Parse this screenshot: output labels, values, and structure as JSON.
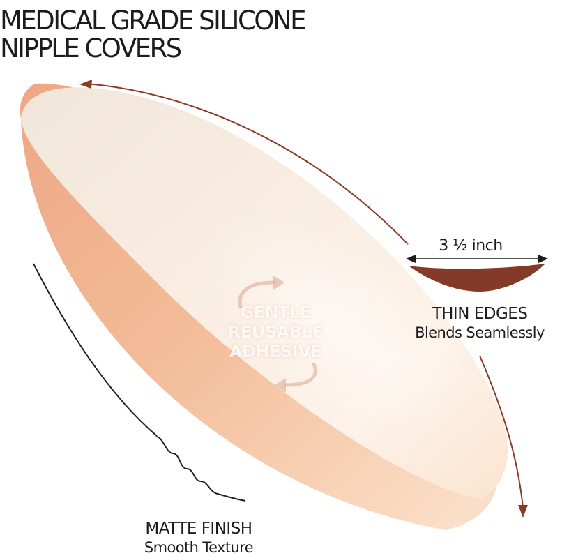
{
  "title": {
    "line1": "MEDICAL GRADE SILICONE",
    "line2": "NIPPLE COVERS"
  },
  "dimension": {
    "label": "3 ½ inch"
  },
  "center_text": {
    "line1": "GENTLE",
    "line2": "REUSABLE",
    "line3": "ADHESIVE"
  },
  "thin_edges": {
    "heading": "THIN EDGES",
    "subheading": "Blends Seamlessly"
  },
  "matte_finish": {
    "heading": "MATTE FINISH",
    "subheading": "Smooth Texture"
  },
  "colors": {
    "text": "#1c1c1c",
    "accent_brown": "#8a3a26",
    "skin_light": "#f5e6d8",
    "skin_dark": "#e8a27e"
  }
}
